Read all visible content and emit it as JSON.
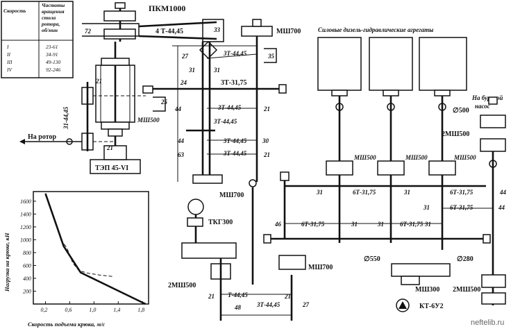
{
  "title": "ПКМ1000",
  "engines_label": "Силовые дизель-гидравлические агрегаты",
  "pump_label_line1": "На буровой",
  "pump_label_line2": "насос",
  "rotor_label": "На ротор",
  "table": {
    "header_speed": "Скорость",
    "header_freq": [
      "Частоты",
      "вращения",
      "стола",
      "ротора,",
      "об/мин"
    ],
    "rows": [
      {
        "speed": "I",
        "freq": "23-61"
      },
      {
        "speed": "II",
        "freq": "34-91"
      },
      {
        "speed": "III",
        "freq": "49-130"
      },
      {
        "speed": "IV",
        "freq": "92-246"
      }
    ]
  },
  "components": {
    "tep": "ТЭП 45-VI",
    "tkg": "ТКГ300",
    "kt": "КТ-6У2",
    "msh500_a": "МШ500",
    "msh500_b": "МШ500",
    "msh500_c": "МШ500",
    "msh500_d": "МШ500",
    "msh700_a": "МШ700",
    "msh700_b": "МШ700",
    "msh700_c": "МШ700",
    "msh300": "МШ300",
    "msh2_500_a": "2МШ500",
    "msh2_500_b": "2МШ500",
    "msh2_500_c": "2МШ500",
    "d500": "∅500",
    "d550": "∅550",
    "d280": "∅280"
  },
  "chains": {
    "c1": "4 Т-44,45",
    "c2": "3Т-44,45",
    "c3": "3Т-31,75",
    "c4": "3Т-44,45",
    "c5": "3Т-44,45",
    "c6": "3Т-44,45",
    "c7": "31-44,45",
    "c8": "6Т-31,75",
    "c9": "6Т-31,75",
    "c10": "6Т-31,75",
    "c11": "6Т-31,75",
    "c12": "6Т-31,75",
    "c13": "Т-44,45",
    "c14": "3Т-44,45"
  },
  "teeth": {
    "t72": "72",
    "t33": "33",
    "t27": "27",
    "t35": "35",
    "t31a": "31",
    "t31b": "31",
    "t21a": "21",
    "t24": "24",
    "t25": "25",
    "t21b": "21",
    "t44a": "44",
    "t44b": "44",
    "t30": "30",
    "t63": "63",
    "t21c": "21",
    "t21d": "21",
    "t31c": "31",
    "t31d": "31",
    "t31e": "31",
    "t46": "46",
    "t31f": "31",
    "t31g": "31",
    "t44c": "44",
    "t44d": "44",
    "t31h": "31",
    "t21e": "21",
    "t48": "48",
    "t21f": "21",
    "t27b": "27"
  },
  "chart_data": {
    "type": "line",
    "xlabel": "Скорость подъема крюка, м/с",
    "ylabel": "Нагрузка на крюке, кН",
    "x_ticks": [
      "0,2",
      "0,6",
      "1,0",
      "1,4",
      "1,8"
    ],
    "y_ticks": [
      "200",
      "400",
      "600",
      "800",
      "1000",
      "1200",
      "1400",
      "1600"
    ],
    "xlim": [
      0,
      1.9
    ],
    "ylim": [
      0,
      1750
    ],
    "series": [
      {
        "style": "solid",
        "x": [
          0.2,
          0.5,
          0.78,
          1.85
        ],
        "y": [
          1720,
          900,
          490,
          0
        ]
      },
      {
        "style": "dashed",
        "x": [
          0.45,
          0.55,
          0.65,
          0.75,
          0.9,
          1.1,
          1.3
        ],
        "y": [
          1000,
          880,
          640,
          520,
          480,
          450,
          430
        ]
      }
    ]
  },
  "watermark": "neftelib.ru"
}
